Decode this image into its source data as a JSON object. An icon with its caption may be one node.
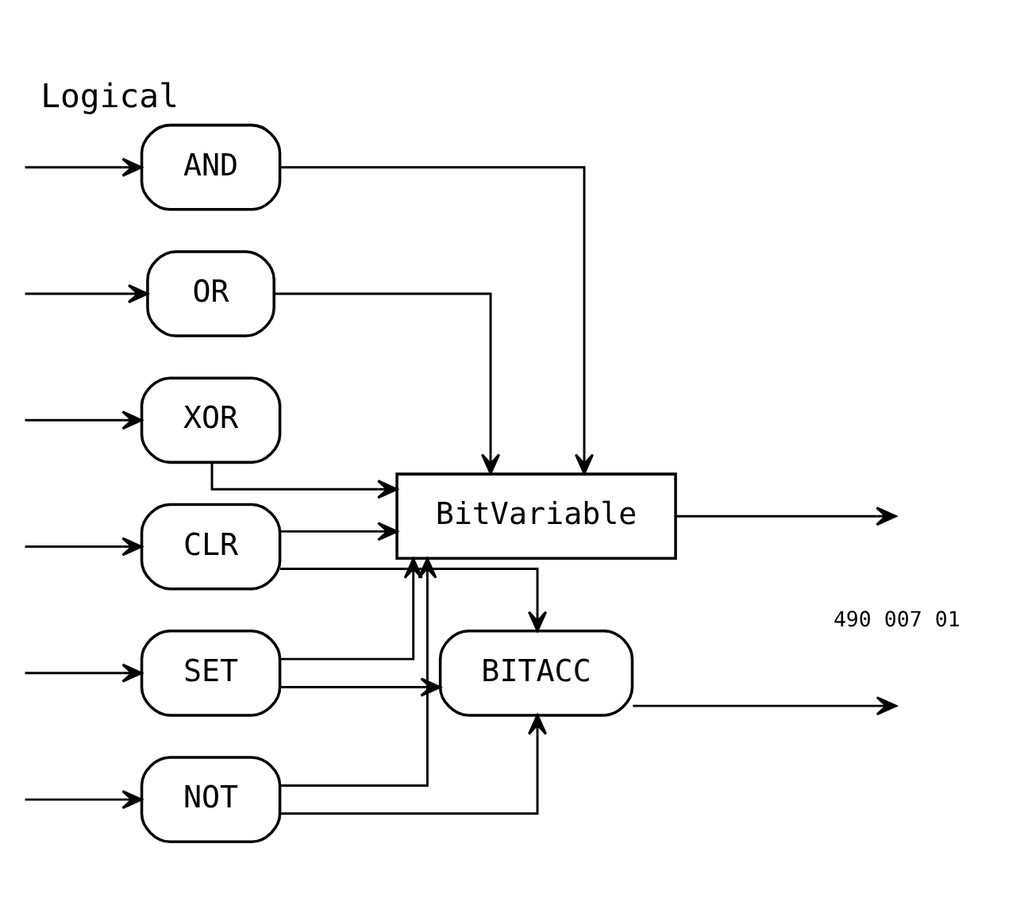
{
  "diagram": {
    "title": "Logical",
    "nodes": [
      {
        "text": [
          "AND"
        ]
      },
      {
        "text": [
          "OR"
        ]
      },
      {
        "text": [
          "XOR"
        ]
      },
      {
        "text": [
          "CLR"
        ]
      },
      {
        "text": [
          "SET"
        ]
      },
      {
        "text": [
          "NOT"
        ]
      },
      {
        "text": [
          "BitVariable"
        ]
      },
      {
        "text": [
          "BITACC"
        ]
      }
    ],
    "edges": [
      {
        "from": null,
        "to": 0,
        "arrow": "to"
      },
      {
        "from": null,
        "to": 1,
        "arrow": "to"
      },
      {
        "from": null,
        "to": 2,
        "arrow": "to"
      },
      {
        "from": null,
        "to": 3,
        "arrow": "to"
      },
      {
        "from": null,
        "to": 4,
        "arrow": "to"
      },
      {
        "from": null,
        "to": 5,
        "arrow": "to"
      },
      {
        "from": 0,
        "to": 6,
        "arrow": "to"
      },
      {
        "from": 1,
        "to": 6,
        "arrow": "to"
      },
      {
        "from": 2,
        "to": 6,
        "arrow": "to"
      },
      {
        "from": 3,
        "to": 6,
        "arrow": "to"
      },
      {
        "from": 4,
        "to": 6,
        "arrow": "to"
      },
      {
        "from": 5,
        "to": 6,
        "arrow": "to"
      },
      {
        "from": 3,
        "to": 7,
        "arrow": "to"
      },
      {
        "from": 4,
        "to": 7,
        "arrow": "to"
      },
      {
        "from": 5,
        "to": 7,
        "arrow": "to"
      },
      {
        "from": 6,
        "to": null,
        "arrow": "to"
      },
      {
        "from": 7,
        "to": null,
        "arrow": "to"
      }
    ],
    "labels": [
      "490 007 01"
    ]
  }
}
